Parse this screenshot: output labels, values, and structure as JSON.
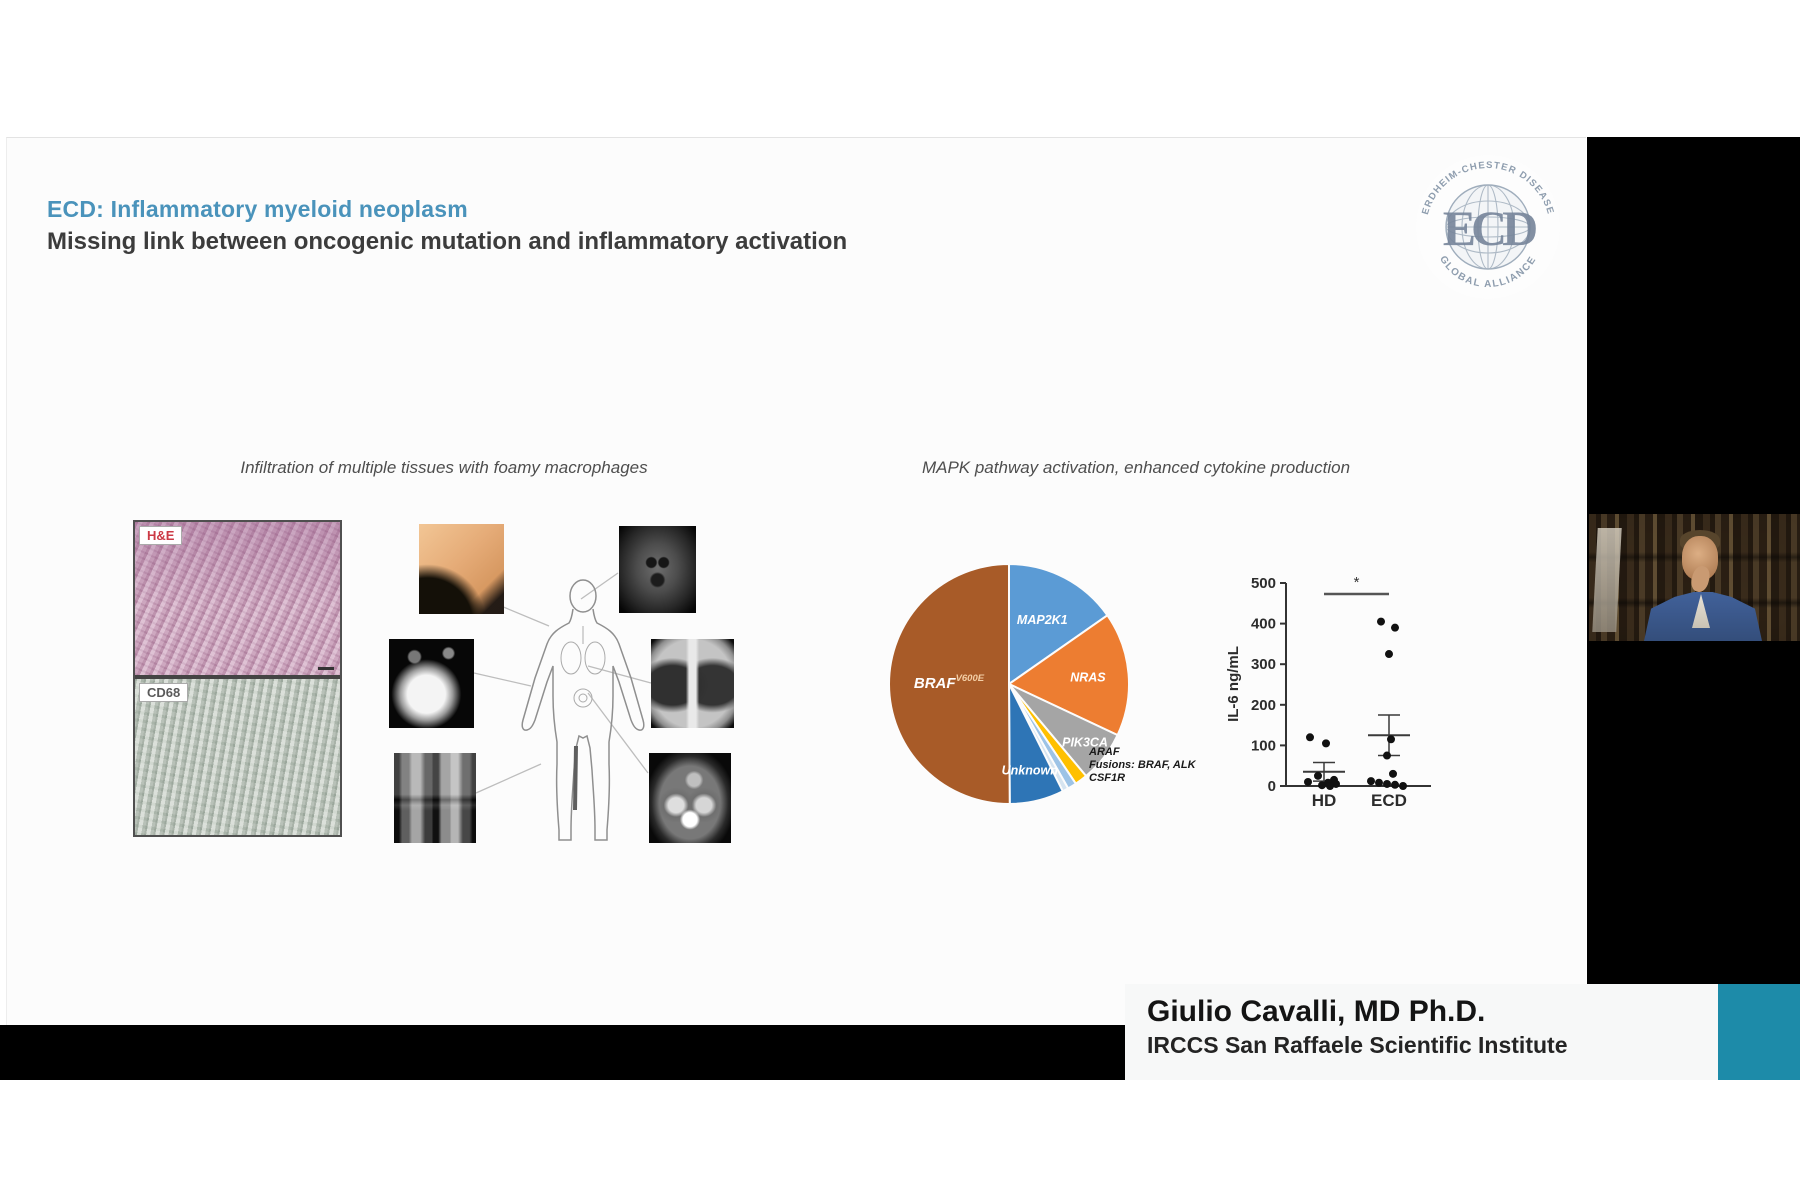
{
  "slide": {
    "title": "ECD: Inflammatory myeloid neoplasm",
    "subtitle": "Missing link between oncogenic mutation and inflammatory activation",
    "left_caption": "Infiltration of multiple tissues with foamy macrophages",
    "right_caption": "MAPK pathway activation, enhanced cytokine production"
  },
  "logo": {
    "arc_top": "ERDHEIM-CHESTER DISEASE",
    "arc_bottom": "GLOBAL ALLIANCE",
    "monogram": "ECD"
  },
  "histology": {
    "top_label": "H&E",
    "bottom_label": "CD68"
  },
  "speaker": {
    "name": "Giulio Cavalli, MD Ph.D.",
    "affiliation": "IRCCS San Raffaele Scientific Institute"
  },
  "colors": {
    "title_blue": "#4a93bb",
    "accent_teal": "#1d8ba9",
    "hne_red": "#cc3a45",
    "pie_slices": [
      "#5b9bd5",
      "#ed7d31",
      "#a5a5a5",
      "#ffc000",
      "#9dc3e6",
      "#d6e4f0",
      "#2e75b6",
      "#a85b28"
    ]
  },
  "chart_data": [
    {
      "type": "pie",
      "title": "",
      "labels": [
        "MAP2K1",
        "NRAS",
        "PIK3CA",
        "ARAF",
        "Fusions: BRAF, ALK",
        "CSF1R",
        "Unknown",
        "BRAF"
      ],
      "values": [
        15.3,
        16.7,
        6.9,
        1.7,
        1.2,
        0.8,
        7.3,
        50.1
      ],
      "braf_sup": "V600E",
      "callout_lines": [
        "ARAF",
        "Fusions: BRAF, ALK",
        "CSF1R"
      ],
      "legend_position": "none"
    },
    {
      "type": "scatter",
      "title": "",
      "ylabel": "IL-6 ng/mL",
      "ylim": [
        0,
        500
      ],
      "yticks": [
        0,
        100,
        200,
        300,
        400,
        500
      ],
      "categories": [
        "HD",
        "ECD"
      ],
      "significance": "*",
      "series": [
        {
          "name": "HD",
          "values": [
            120,
            105,
            25,
            15,
            10,
            8,
            5,
            2,
            0
          ],
          "mean": 35,
          "err": [
            12,
            58
          ]
        },
        {
          "name": "ECD",
          "values": [
            405,
            390,
            325,
            115,
            75,
            30,
            12,
            8,
            5,
            3,
            0
          ],
          "mean": 125,
          "err": [
            75,
            175
          ]
        }
      ],
      "grid": false
    }
  ]
}
